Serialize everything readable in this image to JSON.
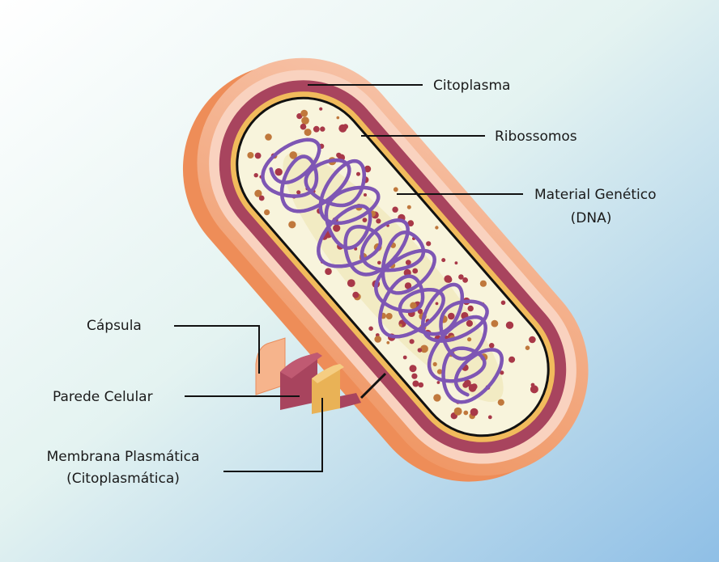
{
  "labels": {
    "citoplasma": "Citoplasma",
    "ribossomos": "Ribossomos",
    "material_line1": "Material Genético",
    "material_line2": "(DNA)",
    "capsula": "Cápsula",
    "parede": "Parede Celular",
    "membrana_line1": "Membrana Plasmática",
    "membrana_line2": "(Citoplasmática)"
  },
  "colors": {
    "background_top": "#ffffff",
    "background_bottom": "#8fbfe6",
    "capsule": "#f0a070",
    "capsule_light": "#f8c8b0",
    "cell_wall": "#a8445e",
    "membrane": "#f0b858",
    "cytoplasm": "#f8f4dc",
    "dna": "#7e56b4",
    "ribosome": "#a83848",
    "ribosome_alt": "#c0783c"
  }
}
